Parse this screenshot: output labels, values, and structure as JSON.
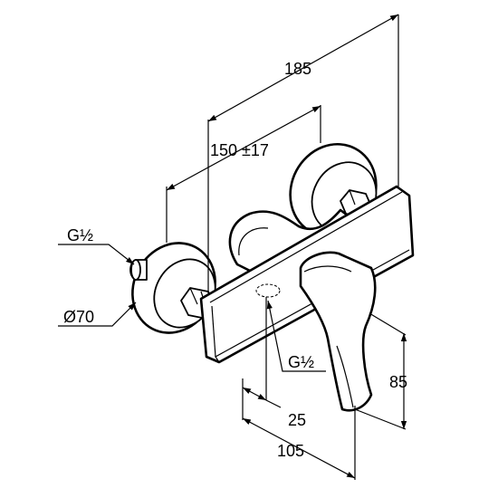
{
  "drawing": {
    "labels": {
      "width_overall": "185",
      "connection_spacing": "150 ±17",
      "thread_inlet": "G½",
      "rosette_diameter": "Ø70",
      "thread_outlet": "G½",
      "height": "85",
      "outlet_offset": "25",
      "depth": "105"
    },
    "colors": {
      "line": "#000000",
      "background": "#ffffff"
    }
  }
}
